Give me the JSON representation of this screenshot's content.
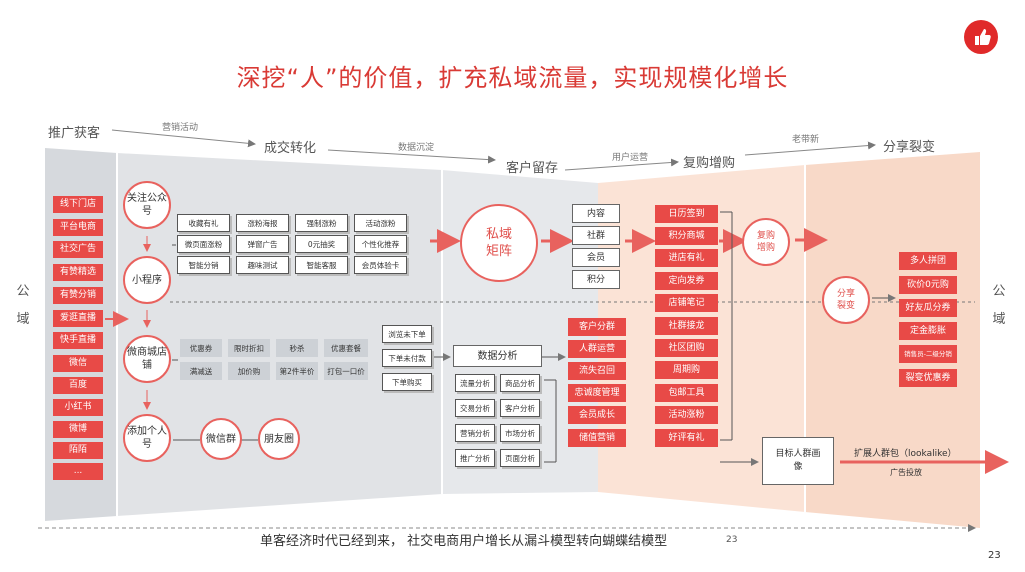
{
  "title": "深挖“人”的价值，扩充私域流量，实现规模化增长",
  "stages": [
    "推广获客",
    "成交转化",
    "客户留存",
    "复购增购",
    "分享裂变"
  ],
  "stage_links": [
    "营销活动",
    "数据沉淀",
    "用户运营",
    "老带新"
  ],
  "public_domain_left": "公域",
  "public_domain_right": "公域",
  "channels": [
    "线下门店",
    "平台电商",
    "社交广告",
    "有赞精选",
    "有赞分销",
    "爱逛直播",
    "快手直播",
    "微信",
    "百度",
    "小红书",
    "微博",
    "陌陌",
    "..."
  ],
  "funnel_nodes": {
    "official_account": "关注公众号",
    "mini_program": "小程序",
    "wechat_store": "微商城店铺",
    "add_personal": "添加个人号",
    "wechat_group": "微信群",
    "moments": "朋友圈"
  },
  "tags_top": [
    "收藏有礼",
    "涨粉海报",
    "强制涨粉",
    "活动涨粉",
    "微页面涨粉",
    "弹窗广告",
    "0元抽奖",
    "个性化推荐",
    "智能分销",
    "趣味测试",
    "智能客服",
    "会员体验卡"
  ],
  "tags_mid": [
    "优惠券",
    "限时折扣",
    "秒杀",
    "优惠套餐",
    "满减送",
    "加价购",
    "第2件半价",
    "打包一口价"
  ],
  "order_states": [
    "浏览未下单",
    "下单未付款",
    "下单购买"
  ],
  "data_analysis": {
    "title": "数据分析",
    "items": [
      "流量分析",
      "商品分析",
      "交易分析",
      "客户分析",
      "营销分析",
      "市场分析",
      "推广分析",
      "页面分析"
    ]
  },
  "private_matrix": "私域矩阵",
  "retention_items": [
    "内容",
    "社群",
    "会员",
    "积分"
  ],
  "operation_items": [
    "客户分群",
    "人群运营",
    "流失召回",
    "忠诚度管理",
    "会员成长",
    "储值营销"
  ],
  "repurchase_items": [
    "日历签到",
    "积分商城",
    "进店有礼",
    "定向发券",
    "店铺笔记",
    "社群接龙",
    "社区团购",
    "周期购",
    "包邮工具",
    "活动涨粉",
    "好评有礼"
  ],
  "repurchase_circle": "复购增购",
  "share_circle": "分享裂变",
  "share_items": [
    "多人拼团",
    "砍价0元购",
    "好友瓜分券",
    "定金膨胀",
    "销售员-二级分销",
    "裂变优惠券"
  ],
  "target_box": "目标人群画像",
  "lookalike": "扩展人群包（lookalike）",
  "ad_delivery": "广告投放",
  "footer": "单客经济时代已经到来， 社交电商用户增长从漏斗模型转向蝴蝶结模型",
  "page_number": "23",
  "overlay_number": "23",
  "colors": {
    "accent": "#e84a47",
    "title": "#d93a35",
    "gray_bg": "#e1e3e6",
    "peach_bg": "#f8d9c8"
  }
}
